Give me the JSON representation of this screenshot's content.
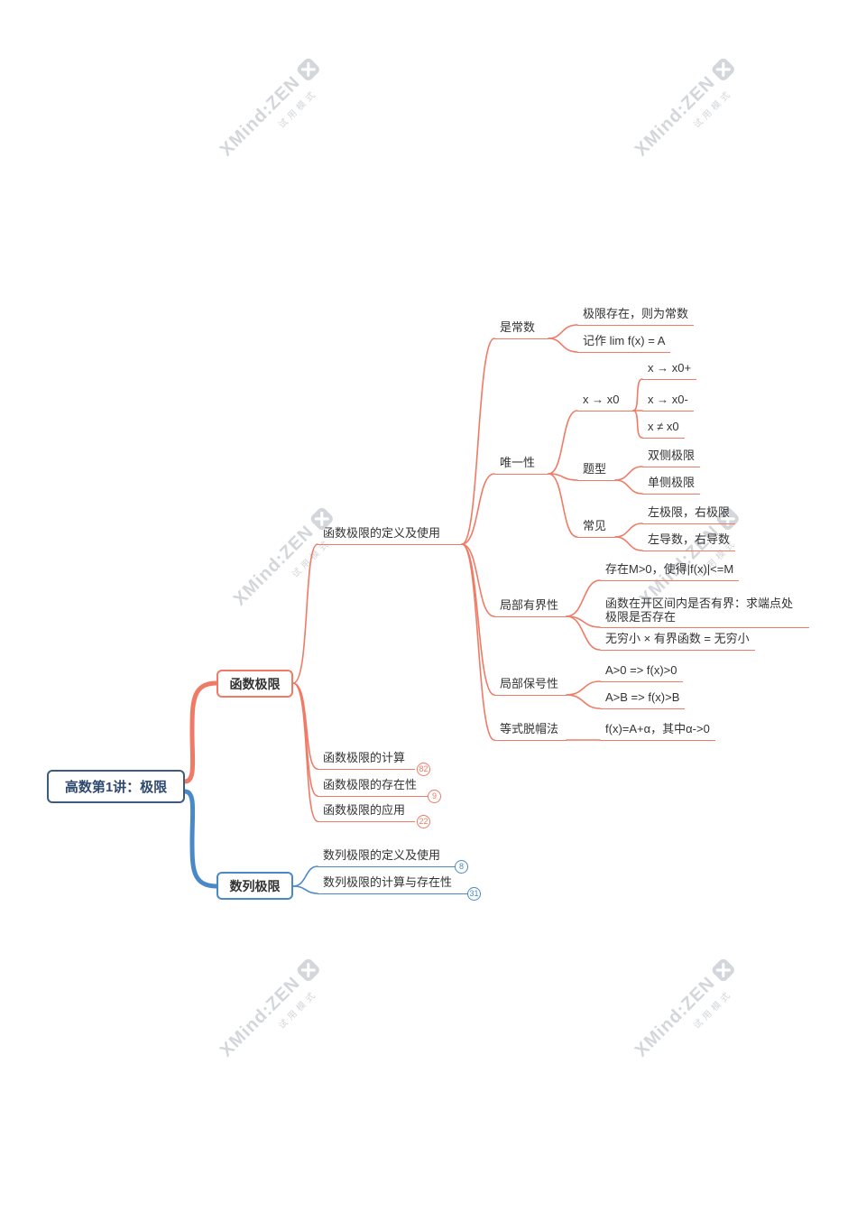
{
  "watermark": {
    "title": "XMind:ZEN",
    "subtitle": "试用模式"
  },
  "colors": {
    "accent_function": "#ef7a66",
    "accent_sequence": "#4a89c8",
    "root_border": "#3d5a80",
    "text": "#333333",
    "watermark": "#d3d6da"
  },
  "root": {
    "label": "高数第1讲：极限"
  },
  "branches": {
    "function": {
      "label": "函数极限",
      "children": {
        "definition": {
          "label": "函数极限的定义及使用",
          "children": {
            "constant": {
              "label": "是常数",
              "children": {
                "exists": {
                  "label": "极限存在，则为常数"
                },
                "notation": {
                  "label": "记作 lim f(x) = A"
                }
              }
            },
            "uniqueness": {
              "label": "唯一性",
              "children": {
                "xto": {
                  "label": "x → x0",
                  "children": {
                    "plus": {
                      "label": "x → x0+"
                    },
                    "minus": {
                      "label": "x → x0-"
                    },
                    "neq": {
                      "label": "x ≠ x0"
                    }
                  }
                },
                "types": {
                  "label": "题型",
                  "children": {
                    "double": {
                      "label": "双侧极限"
                    },
                    "single": {
                      "label": "单侧极限"
                    }
                  }
                },
                "common": {
                  "label": "常见",
                  "children": {
                    "limits": {
                      "label": "左极限，右极限"
                    },
                    "derivatives": {
                      "label": "左导数，右导数"
                    }
                  }
                }
              }
            },
            "boundedness": {
              "label": "局部有界性",
              "children": {
                "m": {
                  "label": "存在M>0，使得|f(x)|<=M"
                },
                "interval": {
                  "label": "函数在开区间内是否有界：求端点处极限是否存在"
                },
                "infinitesimal": {
                  "label": "无穷小 × 有界函数 = 无穷小"
                }
              }
            },
            "sign": {
              "label": "局部保号性",
              "children": {
                "a0": {
                  "label": "A>0 => f(x)>0"
                },
                "ab": {
                  "label": "A>B => f(x)>B"
                }
              }
            },
            "hat": {
              "label": "等式脱帽法",
              "children": {
                "formula": {
                  "label": "f(x)=A+α，其中α->0"
                }
              }
            }
          }
        },
        "calculation": {
          "label": "函数极限的计算",
          "badge": "82"
        },
        "existence": {
          "label": "函数极限的存在性",
          "badge": "9"
        },
        "application": {
          "label": "函数极限的应用",
          "badge": "22"
        }
      }
    },
    "sequence": {
      "label": "数列极限",
      "children": {
        "definition": {
          "label": "数列极限的定义及使用",
          "badge": "8"
        },
        "calculation": {
          "label": "数列极限的计算与存在性",
          "badge": "31"
        }
      }
    }
  }
}
